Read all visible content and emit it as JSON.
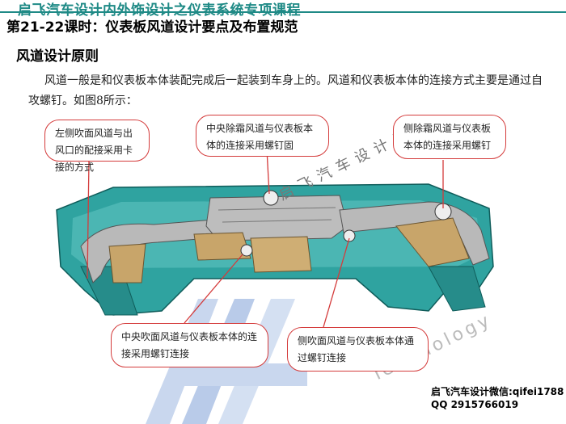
{
  "header": {
    "course_title": "启飞汽车设计内外饰设计之仪表系统专项课程",
    "lesson_title": "第21-22课时：仪表板风道设计要点及布置规范"
  },
  "section": {
    "title": "风道设计原则"
  },
  "body_text": "风道一般是和仪表板本体装配完成后一起装到车身上的。风道和仪表板本体的连接方式主要是通过自攻螺钉。如图8所示：",
  "callouts": {
    "left_side": "左侧吹面风道与出风口的配接采用卡接的方式",
    "center_defrost": "中央除霜风道与仪表板本体的连接采用螺钉固",
    "side_defrost": "侧除霜风道与仪表板本体的连接采用螺钉",
    "center_face": "中央吹面风道与仪表板本体的连接采用螺钉连接",
    "side_face": "侧吹面风道与仪表板本体通过螺钉连接"
  },
  "watermark": {
    "text": "启飞汽车设计出品",
    "brand": "Technology"
  },
  "footer": {
    "wechat": "启飞汽车设计微信:qifei1788",
    "qq": "QQ 2915766019"
  },
  "colors": {
    "accent": "#1f8a86",
    "callout_border": "#d43b3b",
    "panel_teal": "#2fa3a0",
    "duct_gray": "#b9b9b9",
    "duct_tan": "#c8a56a",
    "logo_blue": "#b9cbe9"
  }
}
